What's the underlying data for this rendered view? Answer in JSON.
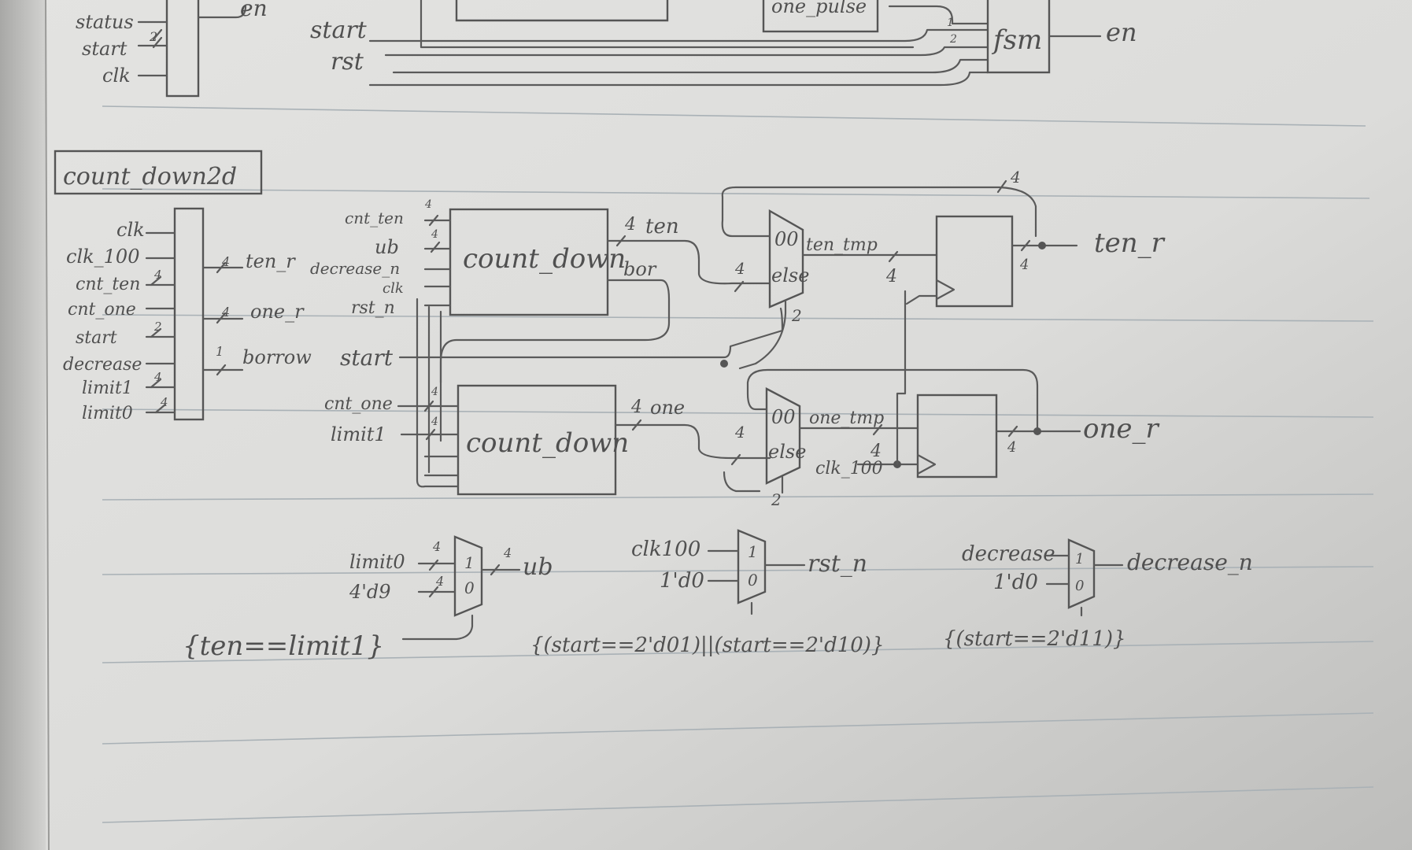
{
  "top_fragment": {
    "inputs": [
      "status",
      "start",
      "clk"
    ],
    "bus_start": "2",
    "out_en": "en",
    "mid_labels": [
      "start",
      "rst"
    ],
    "one_pulse": "one_pulse",
    "fsm": "fsm",
    "fsm_out": "en",
    "bus_nums": [
      "1",
      "2"
    ]
  },
  "title": "count_down2d",
  "block": {
    "inputs": [
      "clk",
      "clk_100",
      "cnt_ten",
      "cnt_one",
      "start",
      "decrease",
      "limit1",
      "limit0"
    ],
    "input_bus": [
      "",
      "",
      "4",
      "",
      "2",
      "",
      "4",
      "4"
    ],
    "outputs": [
      "ten_r",
      "one_r",
      "borrow"
    ],
    "output_bus": [
      "4",
      "4",
      "1"
    ]
  },
  "counter_top": {
    "name": "count_down",
    "inputs": [
      "cnt_ten",
      "ub",
      "decrease_n",
      "clk",
      "rst_n"
    ],
    "bus": [
      "4",
      "4"
    ],
    "outputs": [
      "ten",
      "bor"
    ],
    "out_bus": "4"
  },
  "counter_bottom": {
    "name": "count_down",
    "left_labels": [
      "start",
      "cnt_one",
      "limit1"
    ],
    "bus": [
      "4",
      "4"
    ],
    "output": "one",
    "out_bus": "4"
  },
  "mux_top": {
    "in0": "00",
    "in1": "else",
    "sel": "2",
    "out": "ten_tmp",
    "bus_in": "4",
    "bus_out": "4"
  },
  "mux_bottom": {
    "in0": "00",
    "in1": "else",
    "sel": "2",
    "out": "one_tmp",
    "bus_in": "4",
    "bus_out": "4"
  },
  "reg_top": {
    "feedback_bus": "4",
    "out_bus": "4",
    "out": "ten_r"
  },
  "reg_bottom": {
    "clk": "clk_100",
    "out_bus": "4",
    "out": "one_r"
  },
  "mux_ub": {
    "in1": "limit0",
    "in0": "4'd9",
    "bus": "4",
    "in1_num": "1",
    "in0_num": "0",
    "out": "ub",
    "sel": "{ten==limit1}"
  },
  "mux_rst": {
    "in1": "clk100",
    "in0": "1'd0",
    "in1_num": "1",
    "in0_num": "0",
    "out": "rst_n",
    "sel": "{(start==2'd01)||(start==2'd10)}"
  },
  "mux_dec": {
    "in1": "decrease",
    "in0": "1'd0",
    "in1_num": "1",
    "in0_num": "0",
    "out": "decrease_n",
    "sel": "{(start==2'd11)}"
  }
}
